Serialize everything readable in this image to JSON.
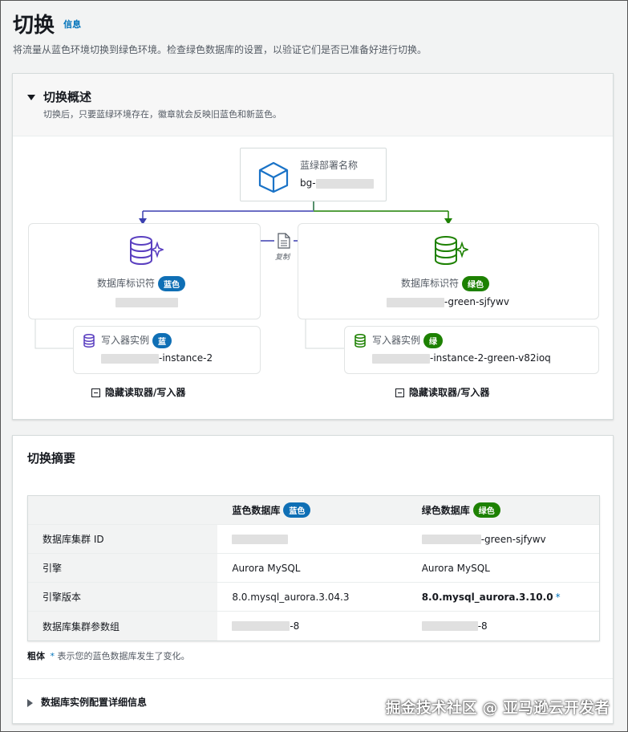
{
  "header": {
    "title": "切换",
    "info": "信息",
    "description": "将流量从蓝色环境切换到绿色环境。检查绿色数据库的设置，以验证它们是否已准备好进行切换。"
  },
  "overview": {
    "title": "切换概述",
    "description": "切换后，只要蓝绿环境存在，徽章就会反映旧蓝色和新蓝色。",
    "deployment": {
      "label": "蓝绿部署名称",
      "value_prefix": "bg-"
    },
    "copy_label": "复制",
    "blue_db": {
      "label": "数据库标识符",
      "badge": "蓝色"
    },
    "green_db": {
      "label": "数据库标识符",
      "badge": "绿色",
      "value_suffix": "-green-sjfywv"
    },
    "blue_instance": {
      "label": "写入器实例",
      "badge": "蓝",
      "value_suffix": "-instance-2"
    },
    "green_instance": {
      "label": "写入器实例",
      "badge": "绿",
      "value_suffix": "-instance-2-green-v82ioq"
    },
    "toggle_label": "隐藏读取器/写入器"
  },
  "summary": {
    "title": "切换摘要",
    "columns": {
      "blue": "蓝色数据库",
      "blue_badge": "蓝色",
      "green": "绿色数据库",
      "green_badge": "绿色"
    },
    "rows": [
      {
        "label": "数据库集群 ID",
        "blue": "",
        "green": "-green-sjfywv"
      },
      {
        "label": "引擎",
        "blue": "Aurora MySQL",
        "green": "Aurora MySQL"
      },
      {
        "label": "引擎版本",
        "blue": "8.0.mysql_aurora.3.04.3",
        "green": "8.0.mysql_aurora.3.10.0",
        "green_star": "*"
      },
      {
        "label": "数据库集群参数组",
        "blue": "-8",
        "green": "-8"
      }
    ],
    "note_bold": "粗体",
    "note_star": "*",
    "note_text": "表示您的蓝色数据库发生了变化。",
    "details_label": "数据库实例配置详细信息"
  },
  "watermark": "掘金技术社区 @ 亚马逊云开发者",
  "colors": {
    "blue": "#0f6fb5",
    "green": "#1d8102",
    "purple": "#5a3fc0",
    "link": "#0073bb"
  }
}
